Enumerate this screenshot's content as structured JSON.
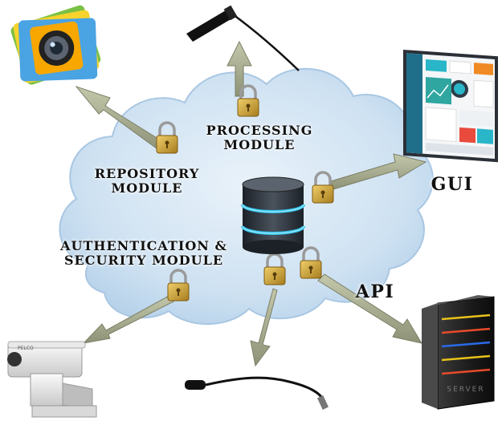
{
  "modules": {
    "repository": {
      "line1": "REPOSITORY",
      "line2": "MODULE"
    },
    "processing": {
      "line1": "PROCESSING",
      "line2": "MODULE"
    },
    "auth": {
      "line1": "AUTHENTICATION &",
      "line2": "SECURITY MODULE"
    }
  },
  "endpoints": {
    "gui": "GUI",
    "api": "API"
  },
  "server_badge": "SERVER",
  "camera_brand": "PELCO",
  "colors": {
    "cloud": "#cfe2f2",
    "arrow": "#a9ad8f",
    "lock": "#c9a13c",
    "db_glow": "#35c7f0",
    "server_leds": [
      "#e8c21a",
      "#e84b2a",
      "#2a6be8"
    ]
  },
  "icons": [
    "camera-app-icon",
    "boom-microphone-icon",
    "dashboard-monitor-icon",
    "server-rack-icon",
    "headset-microphone-icon",
    "cctv-camera-icon",
    "database-icon",
    "padlock-icon"
  ]
}
